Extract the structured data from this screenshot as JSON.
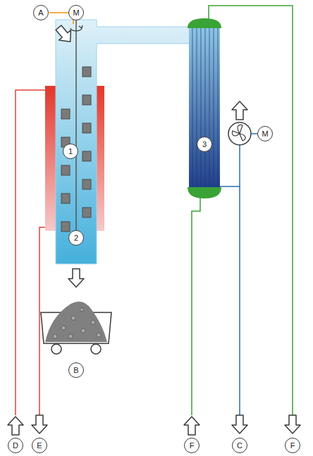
{
  "diagram": {
    "labels": [
      "A",
      "M",
      "1",
      "3",
      "M",
      "2",
      "B",
      "D",
      "E",
      "F",
      "C",
      "F"
    ]
  }
}
